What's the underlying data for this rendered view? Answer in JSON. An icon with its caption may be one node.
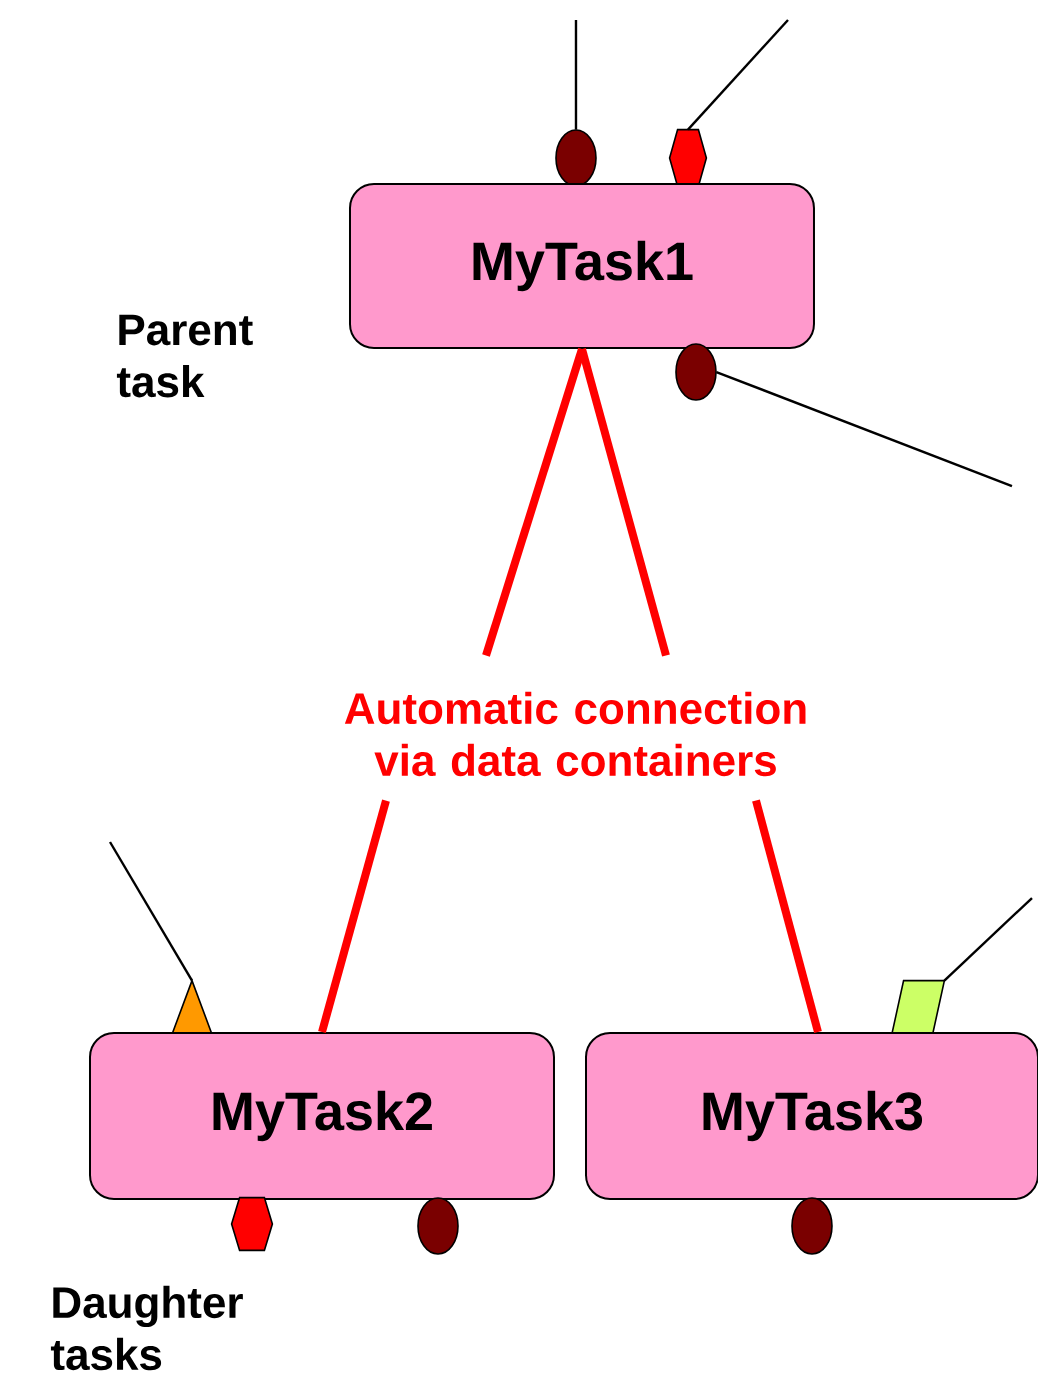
{
  "diagram": {
    "nodes": [
      {
        "text": [],
        "shape": "circle"
      },
      {
        "text": [],
        "shape": "hexagon"
      },
      {
        "text": [
          "MyTask1"
        ]
      },
      {
        "text": [],
        "shape": "circle"
      },
      {
        "text": [
          "Automatic connection via data containers"
        ]
      },
      {
        "text": [],
        "shape": "triangle"
      },
      {
        "text": [],
        "shape": "parallelogram"
      },
      {
        "text": [
          "MyTask2"
        ]
      },
      {
        "text": [
          "MyTask3"
        ]
      },
      {
        "text": [],
        "shape": "hexagon"
      },
      {
        "text": [],
        "shape": "circle"
      },
      {
        "text": [],
        "shape": "circle"
      }
    ],
    "edges": [
      {
        "from": 0,
        "to": null,
        "arrow": "none"
      },
      {
        "from": 1,
        "to": null,
        "arrow": "none"
      },
      {
        "from": 3,
        "to": null,
        "arrow": "none"
      },
      {
        "from": 2,
        "to": 4,
        "arrow": "none",
        "style": "thick",
        "color": "#ff0000"
      },
      {
        "from": 2,
        "to": 4,
        "arrow": "none",
        "style": "thick",
        "color": "#ff0000"
      },
      {
        "from": 4,
        "to": 7,
        "arrow": "none",
        "style": "thick",
        "color": "#ff0000"
      },
      {
        "from": 4,
        "to": 8,
        "arrow": "none",
        "style": "thick",
        "color": "#ff0000"
      },
      {
        "from": 5,
        "to": null,
        "arrow": "none"
      },
      {
        "from": 6,
        "to": null,
        "arrow": "none"
      }
    ],
    "labels": [
      "Parent task",
      "Daughter tasks"
    ]
  }
}
